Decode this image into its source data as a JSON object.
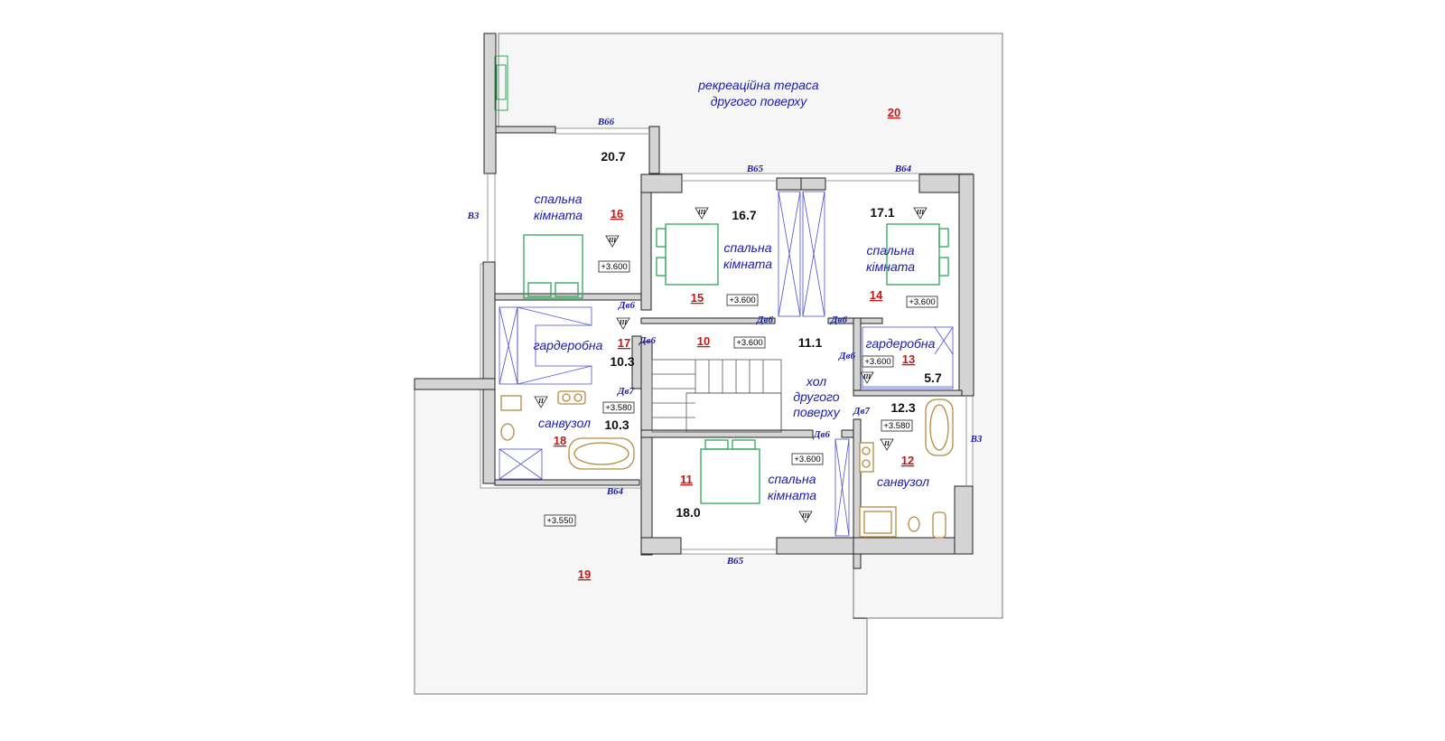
{
  "rooms": {
    "terrace_upper": {
      "line1": "рекреаційна тераса",
      "line2": "другого поверху",
      "number": "20"
    },
    "terrace_lower": {
      "number": "19",
      "level": "+3.550"
    },
    "bedroom_16": {
      "line1": "спальна",
      "line2": "кімната",
      "number": "16",
      "area": "20.7",
      "level": "+3.600",
      "mark": "III"
    },
    "bedroom_15": {
      "line1": "спальна",
      "line2": "кімната",
      "number": "15",
      "area": "16.7",
      "level": "+3.600",
      "mark": "III"
    },
    "bedroom_14": {
      "line1": "спальна",
      "line2": "кімната",
      "number": "14",
      "area": "17.1",
      "level": "+3.600",
      "mark": "III"
    },
    "wardrobe_17": {
      "line1": "гардеробна",
      "number": "17",
      "area": "10.3",
      "mark": "III"
    },
    "corridor_10": {
      "number": "10",
      "level": "+3.600",
      "area": "11.1"
    },
    "wardrobe_13": {
      "line1": "гардеробна",
      "number": "13",
      "area": "5.7",
      "level": "+3.600",
      "mark": "III"
    },
    "hall": {
      "line1": "хол",
      "line2": "другого",
      "line3": "поверху"
    },
    "bathroom_18": {
      "line1": "санвузол",
      "number": "18",
      "area": "10.3",
      "level": "+3.580",
      "mark": "II"
    },
    "bathroom_12": {
      "line1": "санвузол",
      "number": "12",
      "area": "12.3",
      "level": "+3.580",
      "mark": "II"
    },
    "bedroom_11": {
      "line1": "спальна",
      "line2": "кімната",
      "number": "11",
      "area": "18.0",
      "level": "+3.600",
      "mark": "III"
    }
  },
  "codes": {
    "b66": "В66",
    "b65_top": "В65",
    "b64_top": "В64",
    "b3_left": "В3",
    "b3_right": "В3",
    "b64_bottom": "В64",
    "b65_bottom": "В65",
    "d6_a": "Дв6",
    "d6_b": "Дв6",
    "d6_c": "Дв6",
    "d6_d": "Дв6",
    "d6_e": "Дв6",
    "d6_f": "Дв6",
    "d7_a": "Дв7",
    "d7_b": "Дв7"
  }
}
